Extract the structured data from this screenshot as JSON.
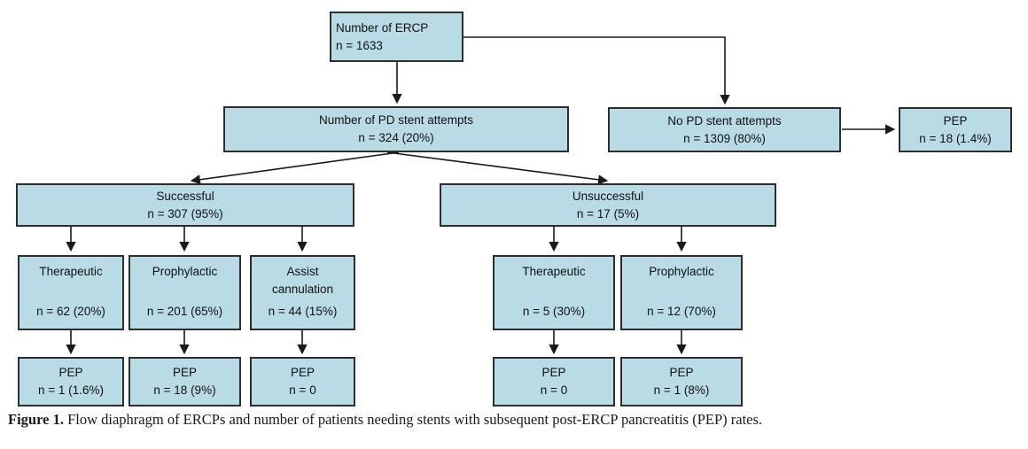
{
  "colors": {
    "box_fill": "#b8dbe6",
    "box_border": "#2e2e2e",
    "arrow": "#1a1a1a"
  },
  "nodes": {
    "ercp": {
      "line1": "Number of ERCP",
      "line2": "n = 1633"
    },
    "pd_attempts": {
      "line1": "Number of PD stent attempts",
      "line2": "n = 324 (20%)"
    },
    "no_pd_attempts": {
      "line1": "No PD stent attempts",
      "line2": "n = 1309 (80%)"
    },
    "pep_no_stent": {
      "line1": "PEP",
      "line2": "n = 18 (1.4%)"
    },
    "successful": {
      "line1": "Successful",
      "line2": "n = 307 (95%)"
    },
    "unsuccessful": {
      "line1": "Unsuccessful",
      "line2": "n = 17 (5%)"
    },
    "succ_therapeutic": {
      "line1": "Therapeutic",
      "line2": "n = 62 (20%)"
    },
    "succ_prophylactic": {
      "line1": "Prophylactic",
      "line2": "n = 201 (65%)"
    },
    "succ_assist": {
      "line1": "Assist cannulation",
      "line2": "n = 44 (15%)"
    },
    "succ_therapeutic_pep": {
      "line1": "PEP",
      "line2": "n = 1 (1.6%)"
    },
    "succ_prophylactic_pep": {
      "line1": "PEP",
      "line2": "n = 18 (9%)"
    },
    "succ_assist_pep": {
      "line1": "PEP",
      "line2": "n = 0"
    },
    "unsucc_therapeutic": {
      "line1": "Therapeutic",
      "line2": "n = 5 (30%)"
    },
    "unsucc_prophylactic": {
      "line1": "Prophylactic",
      "line2": "n = 12 (70%)"
    },
    "unsucc_therapeutic_pep": {
      "line1": "PEP",
      "line2": "n = 0"
    },
    "unsucc_prophylactic_pep": {
      "line1": "PEP",
      "line2": "n = 1 (8%)"
    }
  },
  "caption": {
    "label": "Figure 1.",
    "text": " Flow diaphragm of ERCPs and number of patients needing stents with subsequent post-ERCP pancreatitis (PEP) rates."
  }
}
